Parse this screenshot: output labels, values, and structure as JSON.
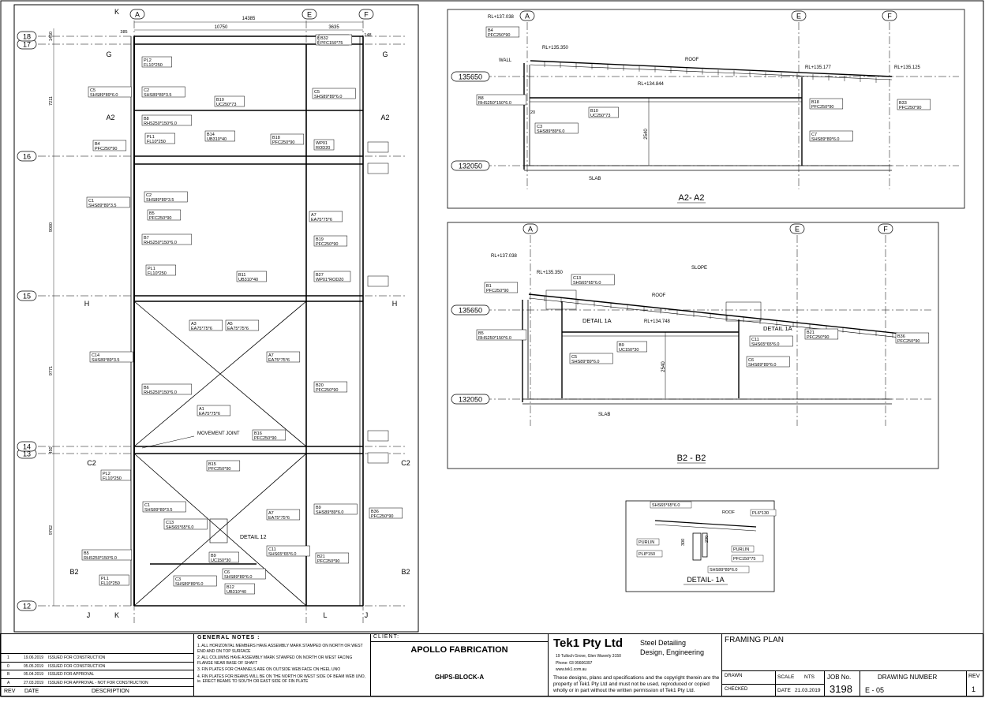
{
  "plan": {
    "grid_rows": [
      "18",
      "17",
      "16",
      "15",
      "14",
      "13",
      "12"
    ],
    "grid_cols": [
      "A",
      "E",
      "F"
    ],
    "section_marks": [
      "K",
      "G",
      "G",
      "A2",
      "A2",
      "H",
      "H",
      "C2",
      "C2",
      "B2",
      "B2",
      "J",
      "K",
      "L",
      "J"
    ],
    "dims": [
      "14385",
      "10750",
      "3635",
      "385",
      "148",
      "1450",
      "7211",
      "9000",
      "9771",
      "9762",
      "450"
    ],
    "members": [
      {
        "id": "B17",
        "size": "PFC150*75"
      },
      {
        "id": "B32",
        "size": "PFC150*75"
      },
      {
        "id": "PL2",
        "size": "FL10*250"
      },
      {
        "id": "C2",
        "size": "SHS89*89*3.5"
      },
      {
        "id": "C5",
        "size": "SHS89*89*6.0"
      },
      {
        "id": "B10",
        "size": "UC250*73"
      },
      {
        "id": "C5",
        "size": "SHS89*89*6.0"
      },
      {
        "id": "B8",
        "size": "RHS250*150*6.0"
      },
      {
        "id": "PL1",
        "size": "FL10*250"
      },
      {
        "id": "B14",
        "size": "UB310*40"
      },
      {
        "id": "B18",
        "size": "PFC250*90"
      },
      {
        "id": "B4",
        "size": "PFC250*90"
      },
      {
        "id": "WP01",
        "size": "ROD20"
      },
      {
        "id": "C1",
        "size": "SHS89*89*3.5"
      },
      {
        "id": "C2",
        "size": "SHS89*89*3.5"
      },
      {
        "id": "B5",
        "size": "PFC250*90"
      },
      {
        "id": "A7",
        "size": "EA75*75*6"
      },
      {
        "id": "B7",
        "size": "RHS250*150*6.0"
      },
      {
        "id": "B19",
        "size": "PFC250*90"
      },
      {
        "id": "PL1",
        "size": "FL10*250"
      },
      {
        "id": "B11",
        "size": "UB310*40"
      },
      {
        "id": "B27",
        "size": "WP01*ROD20"
      },
      {
        "id": "A3",
        "size": "EA75*75*6"
      },
      {
        "id": "A5",
        "size": "EA75*75*6"
      },
      {
        "id": "A7",
        "size": "EA75*75*6"
      },
      {
        "id": "C14",
        "size": "SHS89*89*3.5"
      },
      {
        "id": "B6",
        "size": "RHS250*150*6.0"
      },
      {
        "id": "B20",
        "size": "PFC250*90"
      },
      {
        "id": "A1",
        "size": "EA75*75*6"
      },
      {
        "id": "B16",
        "size": "PFC250*90"
      },
      {
        "id": "B15",
        "size": "PFC250*90"
      },
      {
        "id": "PL2",
        "size": "FL10*250"
      },
      {
        "id": "C13",
        "size": "SHS65*65*6.0"
      },
      {
        "id": "C1",
        "size": "SHS89*89*3.5"
      },
      {
        "id": "A7",
        "size": "EA75*75*6"
      },
      {
        "id": "B9",
        "size": "SHS89*89*6.0"
      },
      {
        "id": "B36",
        "size": "PFC250*90"
      },
      {
        "id": "C11",
        "size": "SHS65*65*6.0"
      },
      {
        "id": "B9",
        "size": "UC150*30"
      },
      {
        "id": "C6",
        "size": "SHS89*89*6.0"
      },
      {
        "id": "C3",
        "size": "SHS89*89*6.0"
      },
      {
        "id": "B21",
        "size": "PFC250*90"
      },
      {
        "id": "B12",
        "size": "UB310*40"
      },
      {
        "id": "B5",
        "size": "RHS250*150*6.0"
      },
      {
        "id": "PL1",
        "size": "FL10*250"
      }
    ],
    "notes": [
      "MOVEMENT JOINT",
      "DETAIL 12"
    ]
  },
  "section_a2": {
    "title": "A2- A2",
    "levels": [
      "135650",
      "132050"
    ],
    "rl": [
      "RL+137.038",
      "RL+135.350",
      "RL+135.177",
      "RL+135.125",
      "RL+134.844"
    ],
    "labels": [
      "WALL",
      "ROOF",
      "SLAB",
      "2540",
      "20"
    ],
    "members": [
      {
        "id": "B4",
        "size": "PFC250*90"
      },
      {
        "id": "B8",
        "size": "RHS250*150*6.0"
      },
      {
        "id": "B10",
        "size": "UC250*73"
      },
      {
        "id": "C3",
        "size": "SHS89*89*6.0"
      },
      {
        "id": "B18",
        "size": "PFC250*90"
      },
      {
        "id": "C7",
        "size": "SHS89*89*6.0"
      },
      {
        "id": "B33",
        "size": "PFC250*90"
      }
    ]
  },
  "section_b2": {
    "title": "B2 - B2",
    "levels": [
      "135650",
      "132050"
    ],
    "rl": [
      "RL+137.038",
      "RL+135.350",
      "RL+134.748"
    ],
    "labels": [
      "SLOPE",
      "ROOF",
      "SLAB",
      "DETAIL 1A",
      "DETAIL 1A",
      "2540"
    ],
    "members": [
      {
        "id": "B1",
        "size": "PFC250*90"
      },
      {
        "id": "C13",
        "size": "SHS65*65*6.0"
      },
      {
        "id": "B5",
        "size": "RHS250*150*6.0"
      },
      {
        "id": "B9",
        "size": "UC150*30"
      },
      {
        "id": "C5",
        "size": "SHS89*89*6.0"
      },
      {
        "id": "C11",
        "size": "SHS65*65*6.0"
      },
      {
        "id": "C6",
        "size": "SHS89*89*6.0"
      },
      {
        "id": "B21",
        "size": "PFC250*90"
      },
      {
        "id": "B36",
        "size": "PFC250*90"
      }
    ]
  },
  "detail_1a": {
    "title": "DETAIL- 1A",
    "labels": [
      "SHS65*65*6.0",
      "ROOF",
      "PL6*130",
      "PURLIN",
      "PURLIN",
      "PL8*150",
      "300",
      "230",
      "PFC150*75",
      "SHS89*89*6.0"
    ]
  },
  "revisions": [
    {
      "rev": "1",
      "date": "19.06.2019",
      "desc": "ISSUED FOR CONSTRUCTION"
    },
    {
      "rev": "0",
      "date": "05.05.2019",
      "desc": "ISSUED FOR CONSTRUCTION"
    },
    {
      "rev": "B",
      "date": "05.04.2019",
      "desc": "ISSUED FOR APPROVAL"
    },
    {
      "rev": "A",
      "date": "27.03.2019",
      "desc": "ISSUED FOR APPROVAL - NOT FOR CONSTRUCTION"
    }
  ],
  "rev_headers": {
    "rev": "REV",
    "date": "DATE",
    "desc": "DESCRIPTION"
  },
  "general_notes": {
    "heading": "GENERAL NOTES :",
    "items": [
      "1. ALL HORIZONTAL MEMBERS HAVE ASSEMBLY MARK STAMPED ON NORTH OR WEST END AND ON TOP SURFACE",
      "2. ALL COLUMNS HAVE ASSEMBLY MARK STAMPED ON NORTH OR WEST FACING FLANGE NEAR BASE OF SHAFT",
      "3. FIN PLATES FOR CHANNELS ARE ON OUTSIDE WEB FACE ON HEEL UNO",
      "4. FIN PLATES FOR BEAMS WILL BE ON THE NORTH OR WEST SIDE OF BEAM WEB UNO, ie. ERECT BEAMS TO SOUTH OR EAST SIDE OF FIN PLATE"
    ]
  },
  "client": {
    "label": "CLIENT:",
    "name": "APOLLO FABRICATION",
    "project": "GHPS-BLOCK-A"
  },
  "company": {
    "name": "Tek1 Pty Ltd",
    "tagline1": "Steel Detailing",
    "tagline2": "Design, Engineering",
    "address": "19 Tulloch Grove, Glen Waverly 3150",
    "phone": "Phone: 03 95606397",
    "web": "www.tek1.com.au",
    "copyright": "These designs, plans and specifications and the copyright therein are the property of Tek1 Pty Ltd and must not be used, reproduced or copied wholly or in part without the written permission of Tek1 Pty Ltd."
  },
  "drawing": {
    "title": "FRAMING PLAN",
    "drawn_label": "DRAWN",
    "checked_label": "CHECKED",
    "scale_label": "SCALE",
    "scale": "NTS",
    "date_label": "DATE",
    "date": "21.03.2019",
    "job_label": "JOB No.",
    "job": "3198",
    "dwg_label": "DRAWING NUMBER",
    "dwg": "E - 05",
    "rev_label": "REV",
    "rev": "1"
  }
}
